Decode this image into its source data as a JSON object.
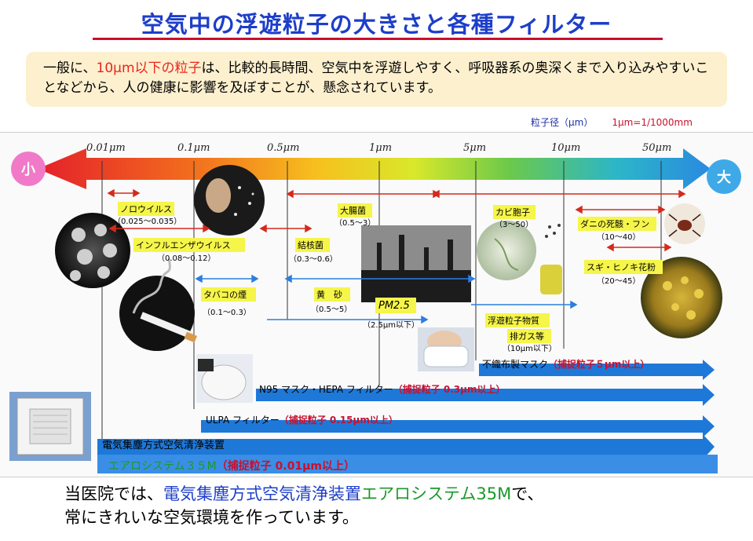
{
  "title": "空気中の浮遊粒子の大きさと各種フィルター",
  "note": {
    "part1": "一般に、",
    "highlight": "10μm以下の粒子",
    "part2": "は、比較的長時間、空気中を浮遊しやすく、呼吸器系の奥深くまで入り込みやすいことなどから、人の健康に影響を及ぼすことが、懸念されています。"
  },
  "unit": {
    "label": "粒子径（μm）",
    "conversion": "1μm=1/1000mm"
  },
  "scale": {
    "small_label": "小",
    "large_label": "大",
    "ticks": [
      "0.01μm",
      "0.1μm",
      "0.5μm",
      "1μm",
      "5μm",
      "10μm",
      "50μm"
    ]
  },
  "particles": {
    "norovirus": {
      "name": "ノロウイルス",
      "range": "（0.025～0.035）"
    },
    "influenza": {
      "name": "インフルエンザウイルス",
      "range": "（0.08～0.12）"
    },
    "tobacco": {
      "name": "タバコの煙",
      "range": "（0.1～0.3）"
    },
    "tuberculosis": {
      "name": "結核菌",
      "range": "（0.3～0.6）"
    },
    "ecoli": {
      "name": "大腸菌",
      "range": "（0.5～3）"
    },
    "yellow_sand": {
      "name": "黄　砂",
      "range": "（0.5～5）"
    },
    "pm25": {
      "name": "PM2.5",
      "range": "（2.5μm以下）"
    },
    "mold": {
      "name": "カビ胞子",
      "range": "（3～50）"
    },
    "mites": {
      "name": "ダニの死骸・フン",
      "range": "（10～40）"
    },
    "pollen": {
      "name": "スギ・ヒノキ花粉",
      "range": "（20～45）"
    },
    "floating": {
      "name1": "浮遊粒子物質",
      "name2": "排ガス等",
      "range": "（10μm以下）"
    }
  },
  "filters": {
    "nonwoven": {
      "name": "不織布製マスク",
      "capture": "（捕捉粒子５μm以上）"
    },
    "n95": {
      "name": "N95 マスク・HEPA フィルター",
      "capture": "（捕捉粒子 0.3μm以上）"
    },
    "ulpa": {
      "name": "ULPA フィルター",
      "capture": "（捕捉粒子 0.15μm以上）"
    },
    "aero": {
      "name1": "電気集塵方式空気清浄装置",
      "name2": "エアロシステム３５M",
      "capture": "（捕捉粒子 0.01μm以上）"
    }
  },
  "bottom": {
    "part1": "当医院では、",
    "blue": "電気集塵方式空気清浄装置",
    "green": "エアロシステム35M",
    "part2": "で、",
    "line2": "常にきれいな空気環境を作っています。"
  },
  "colors": {
    "title": "#1d3ec9",
    "rule": "#c8102e",
    "note_bg": "#fdf0cf",
    "highlight": "#e8261c",
    "red_range": "#d42a1c",
    "blue_range": "#2a7ee0",
    "filter_arrow": "#1e78d8",
    "label_bg": "#f5f54a",
    "small_circle": "#f07ac8",
    "large_circle": "#3fa9e8",
    "aero_text": "#1a9a2a"
  }
}
